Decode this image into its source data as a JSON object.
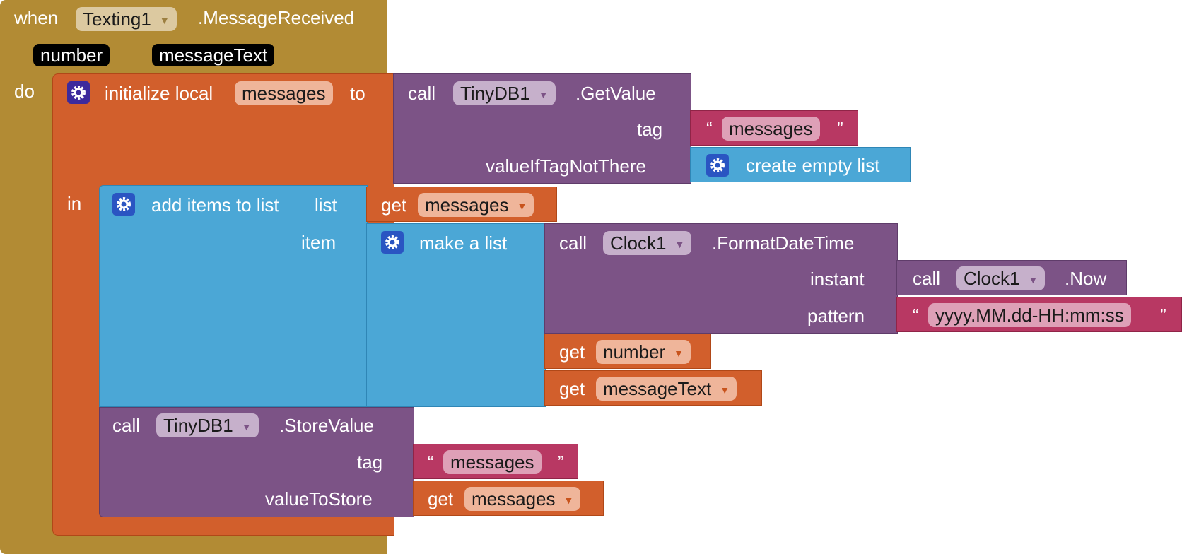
{
  "event": {
    "when_label": "when",
    "component": "Texting1",
    "event_name": ".MessageReceived",
    "params": [
      "number",
      "messageText"
    ],
    "do_label": "do"
  },
  "init_local": {
    "label": "initialize local",
    "var_name": "messages",
    "to_label": "to",
    "in_label": "in"
  },
  "getvalue": {
    "call_label": "call",
    "component": "TinyDB1",
    "method": ".GetValue",
    "tag_label": "tag",
    "tag_value": "messages",
    "default_label": "valueIfTagNotThere",
    "default_value": "create empty list"
  },
  "add_items": {
    "label": "add items to list",
    "list_label": "list",
    "item_label": "item",
    "get_label": "get",
    "list_var": "messages"
  },
  "make_list": {
    "label": "make a list"
  },
  "format_dt": {
    "call_label": "call",
    "component": "Clock1",
    "method": ".FormatDateTime",
    "instant_label": "instant",
    "pattern_label": "pattern",
    "pattern_value": "yyyy.MM.dd-HH:mm:ss"
  },
  "now": {
    "call_label": "call",
    "component": "Clock1",
    "method": ".Now"
  },
  "get_number": {
    "get_label": "get",
    "var": "number"
  },
  "get_message": {
    "get_label": "get",
    "var": "messageText"
  },
  "store": {
    "call_label": "call",
    "component": "TinyDB1",
    "method": ".StoreValue",
    "tag_label": "tag",
    "tag_value": "messages",
    "value_label": "valueToStore",
    "get_label": "get",
    "value_var": "messages"
  },
  "quotes": {
    "open": "“",
    "close": "”"
  },
  "dropdown_arrow": "▼",
  "colors": {
    "event": "#b28b34",
    "variables": "#d25f2c",
    "component": "#7c5386",
    "lists": "#4ba7d6",
    "text": "#b83863",
    "gear": "#3366cc"
  }
}
